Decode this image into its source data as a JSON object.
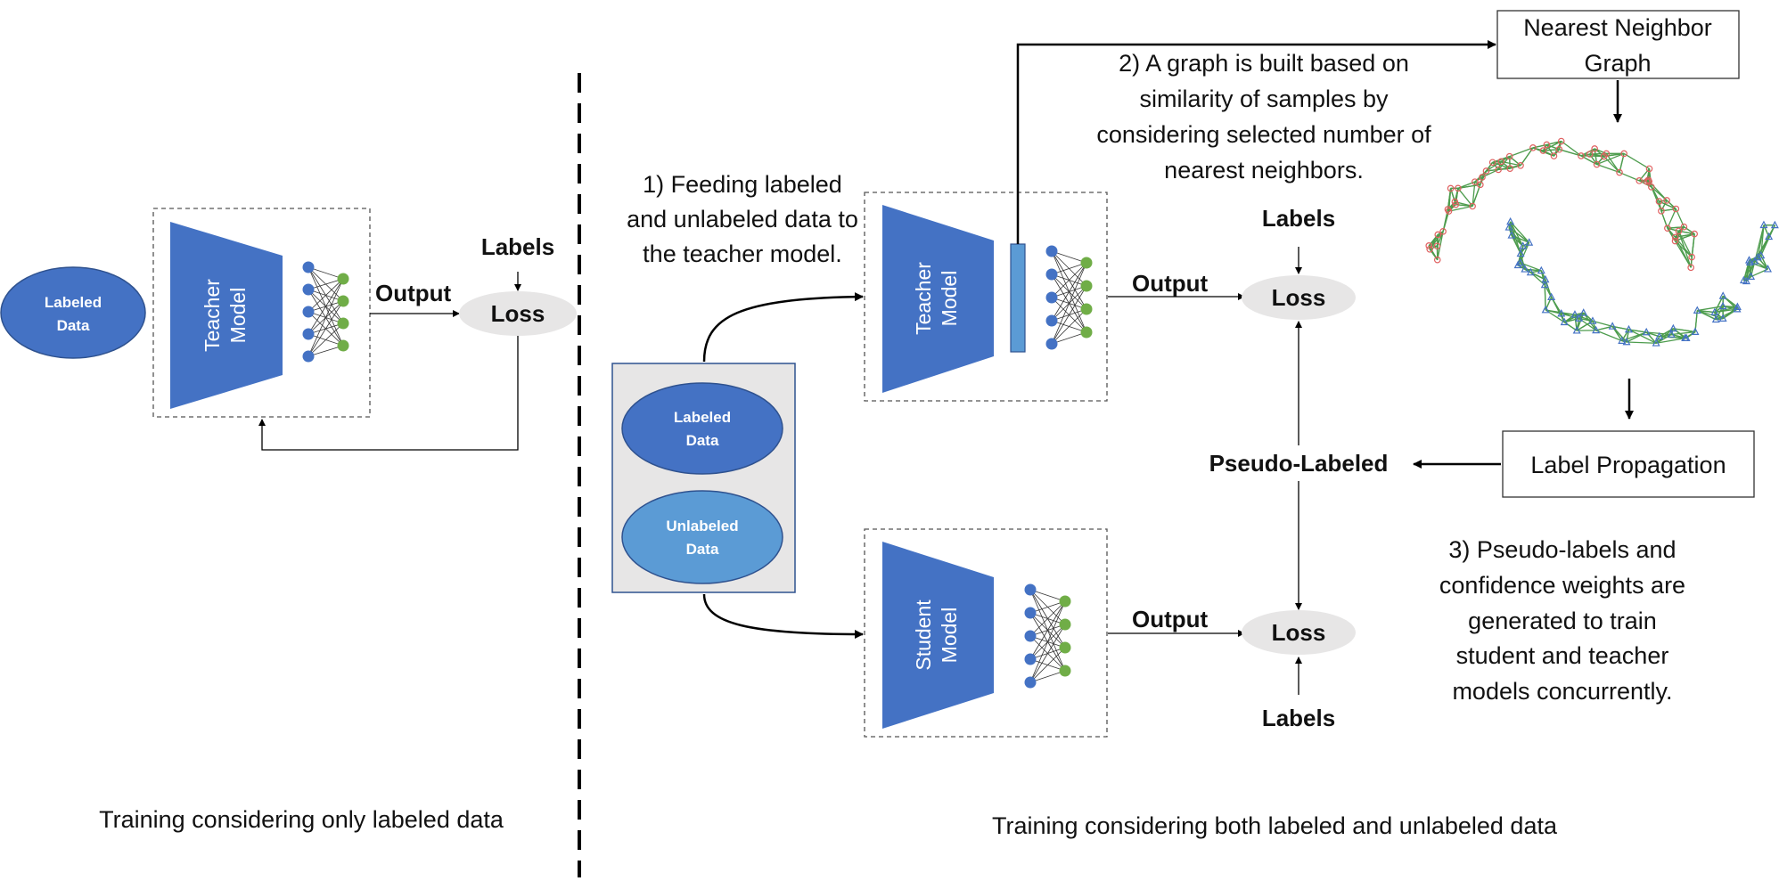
{
  "left": {
    "labeled_data": [
      "Labeled",
      "Data"
    ],
    "teacher_model": [
      "Teacher",
      "Model"
    ],
    "output": "Output",
    "labels": "Labels",
    "loss": "Loss",
    "caption": "Training considering only labeled data"
  },
  "right": {
    "step1": [
      "1) Feeding labeled",
      "and unlabeled data to",
      "the teacher model."
    ],
    "step2": [
      "2) A graph is built based on",
      "similarity of samples by",
      "considering selected number of",
      "nearest neighbors."
    ],
    "step3": [
      "3) Pseudo-labels and",
      "confidence weights are",
      "generated to train",
      "student and teacher",
      "models concurrently."
    ],
    "labeled_data": [
      "Labeled",
      "Data"
    ],
    "unlabeled_data": [
      "Unlabeled",
      "Data"
    ],
    "teacher_model": [
      "Teacher",
      "Model"
    ],
    "student_model": [
      "Student",
      "Model"
    ],
    "output_top": "Output",
    "output_bottom": "Output",
    "labels_top": "Labels",
    "labels_bottom": "Labels",
    "loss_top": "Loss",
    "loss_bottom": "Loss",
    "pseudo_labeled": "Pseudo-Labeled",
    "nearest_neighbor_graph": [
      "Nearest Neighbor",
      "Graph"
    ],
    "label_propagation": "Label Propagation",
    "caption": "Training considering both labeled and unlabeled data"
  },
  "colors": {
    "model_blue": "#4472c4",
    "light_blue": "#5b9bd5",
    "node_green": "#70ad47",
    "graph_green": "#2e8b2e",
    "red_node": "#e06060",
    "blue_node": "#4472c4",
    "loss_gray": "#e7e6e6",
    "panel_gray": "#e7e6e6"
  }
}
